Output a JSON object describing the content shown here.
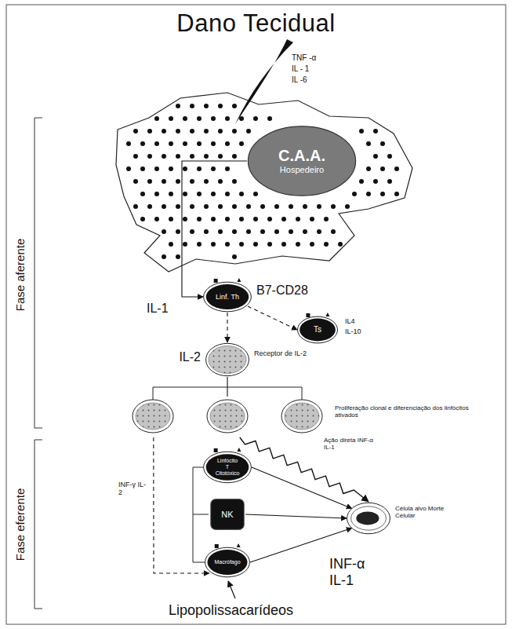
{
  "diagram": {
    "title": "Dano Tecidual",
    "nodes": [
      {
        "text": [
          "C.A.A.",
          "Hospedeiro"
        ]
      },
      {
        "text": [
          "Linf. Th"
        ]
      },
      {
        "text": [
          "Ts"
        ]
      },
      {
        "text": [
          "IL-2",
          "Receptor de IL-2"
        ]
      },
      {
        "text": [
          "Proliferação clonal e diferenciação dos linfócitos ativados"
        ]
      },
      {
        "text": [
          "Linfócito T Citotóxico"
        ]
      },
      {
        "text": [
          "NK"
        ]
      },
      {
        "text": [
          "Macrófago"
        ]
      },
      {
        "text": [
          "Célula alvo Morte Celular"
        ]
      }
    ],
    "edges": [
      {
        "from": 0,
        "to": 1,
        "label": "IL-1",
        "arrow": "to"
      },
      {
        "from": 1,
        "to": 2,
        "arrow": "to"
      },
      {
        "from": 1,
        "to": 3,
        "arrow": "to"
      },
      {
        "from": 3,
        "to": 4,
        "arrow": "none"
      },
      {
        "from": 4,
        "to": 7,
        "label": "INF-γ IL-2",
        "arrow": "to"
      },
      {
        "from": 4,
        "to": 8,
        "label": "Ação direta INF-α IL-1",
        "arrow": "to"
      },
      {
        "from": 5,
        "to": 8,
        "arrow": "to"
      },
      {
        "from": 6,
        "to": 8,
        "arrow": "to"
      },
      {
        "from": 7,
        "to": 8,
        "arrow": "to"
      }
    ],
    "labels": [
      "TNF -α",
      "IL - 1",
      "IL -6",
      "B7-CD28",
      "IL4",
      "IL-10",
      "INF-α",
      "IL-1",
      "Lipopolissacarídeos",
      "Fase aferente",
      "Fase eferente"
    ]
  }
}
